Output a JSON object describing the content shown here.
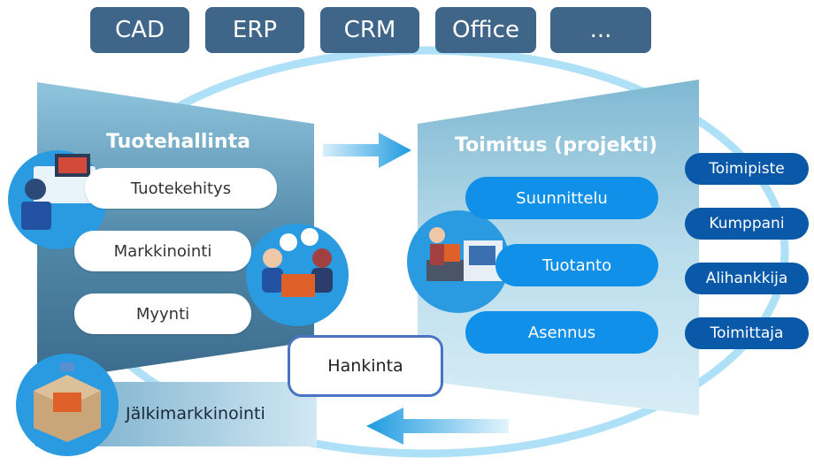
{
  "top_systems": [
    "CAD",
    "ERP",
    "CRM",
    "Office",
    "..."
  ],
  "left_panel": {
    "title": "Tuotehallinta",
    "items": [
      "Tuotekehitys",
      "Markkinointi",
      "Myynti"
    ]
  },
  "right_panel": {
    "title": "Toimitus (projekti)",
    "items": [
      "Suunnittelu",
      "Tuotanto",
      "Asennus"
    ]
  },
  "hankinta_label": "Hankinta",
  "aftermarket_label": "Jälkimarkkinointi",
  "network": [
    "Toimipiste",
    "Kumppani",
    "Alihankkija",
    "Toimittaja"
  ],
  "colors": {
    "top_box": "#3f6688",
    "blue_pill": "#1090e8",
    "navy_pill": "#0a58a8",
    "ellipse": "#aee0f7"
  },
  "icons": [
    "office-worker-icon",
    "meeting-icon",
    "factory-machine-icon",
    "warehouse-icon"
  ]
}
